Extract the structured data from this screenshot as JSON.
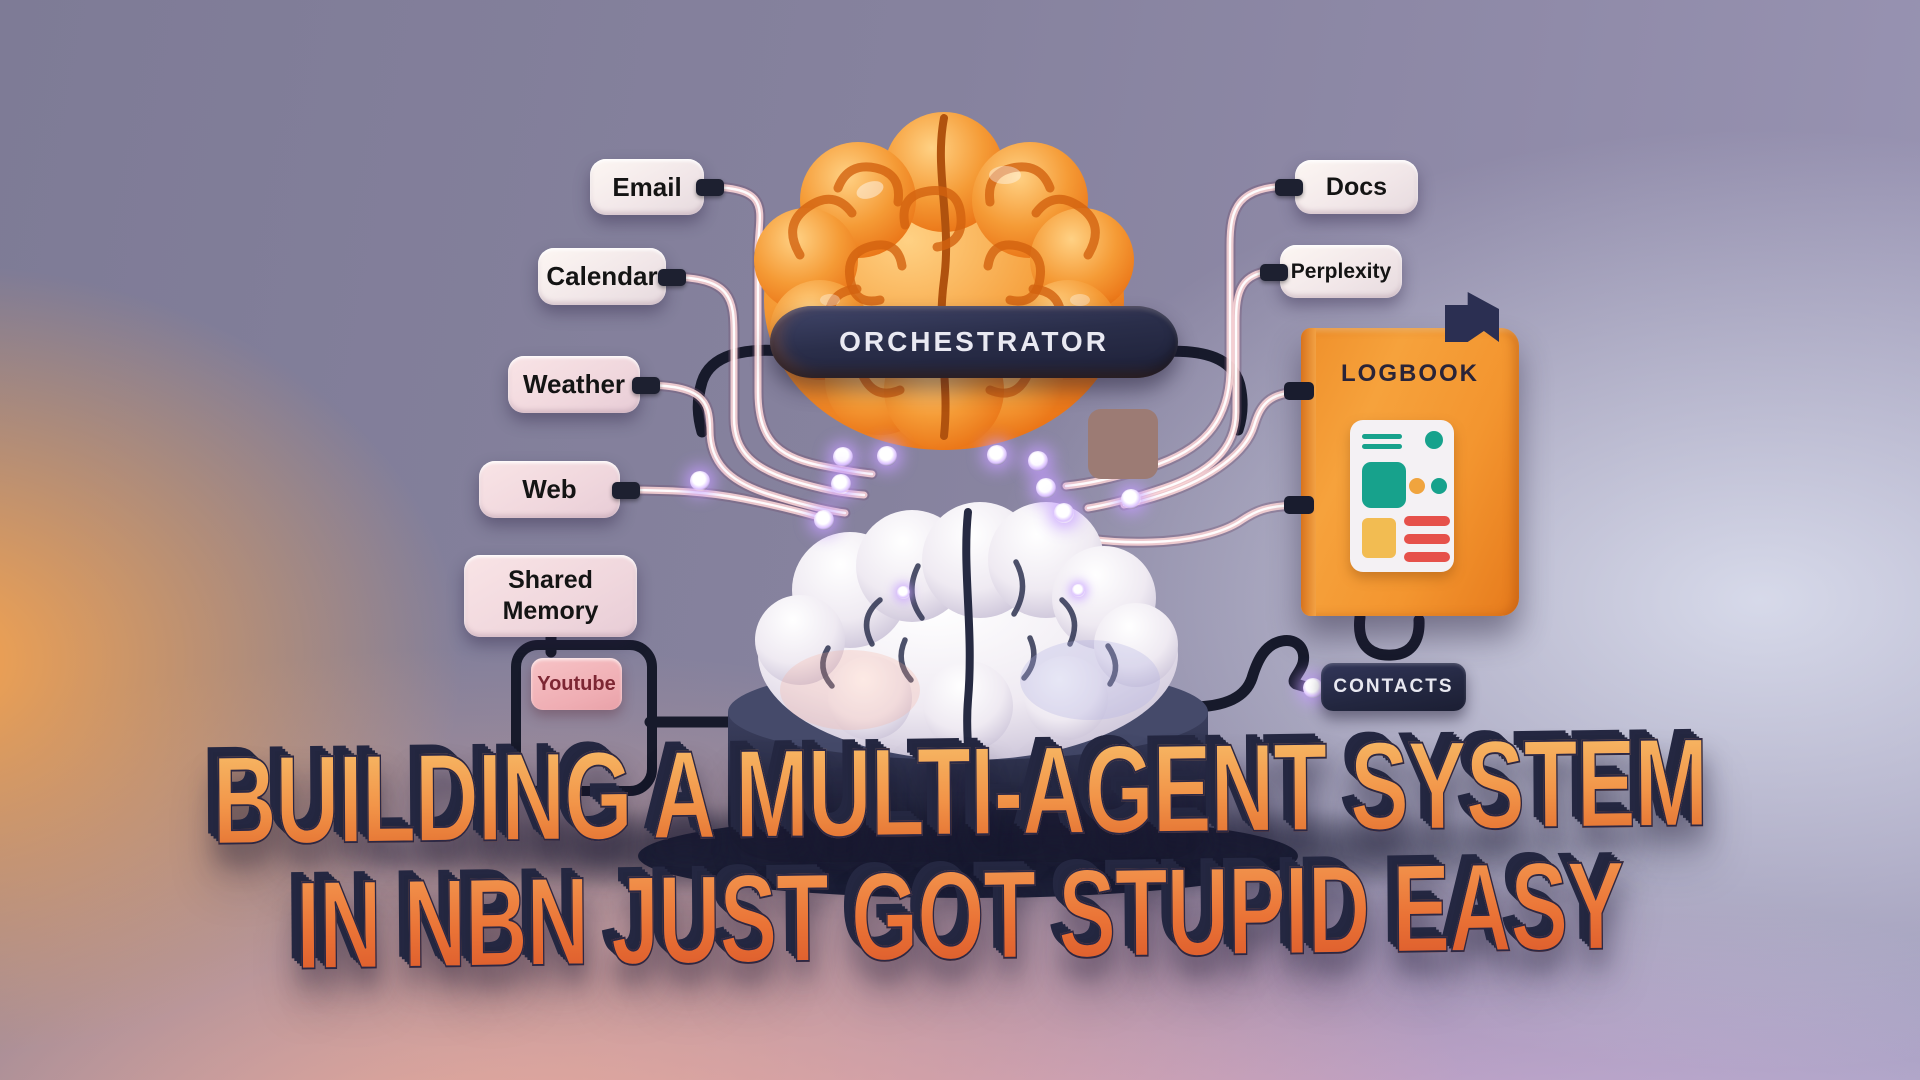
{
  "title": {
    "line1": "BUILDING A MULTI-AGENT SYSTEM",
    "line2": "IN NBN JUST GOT STUPID EASY"
  },
  "orchestrator": {
    "label": "ORCHESTRATOR"
  },
  "agents_left": [
    {
      "label": "Email"
    },
    {
      "label": "Calendar"
    },
    {
      "label": "Weather"
    },
    {
      "label": "Web"
    },
    {
      "label": "Shared Memory"
    }
  ],
  "agents_right": [
    {
      "label": "Docs"
    },
    {
      "label": "Perplexity"
    }
  ],
  "logbook": {
    "label": "LOGBOOK"
  },
  "contacts": {
    "label": "CONTACTS"
  },
  "youtube": {
    "label": "Youtube"
  },
  "icons": {
    "bookmark": "bookmark-ribbon-icon",
    "logbook_card": "document-preview-icon",
    "glow_dot": "connector-glow-icon"
  },
  "colors": {
    "orange_brain": "#f08521",
    "white_brain": "#f3f0f6",
    "band_navy": "#272b45",
    "tube_pink": "#f6d7d8",
    "glow_violet": "#c9a6ff",
    "logbook_orange": "#f29133",
    "contacts_navy": "#242840",
    "youtube_pink": "#f2b4b9",
    "title_gradient_top": "#f8c06a",
    "title_gradient_bottom": "#e05a25",
    "background_purple": "#868299",
    "background_glow": "#f6a95d"
  }
}
